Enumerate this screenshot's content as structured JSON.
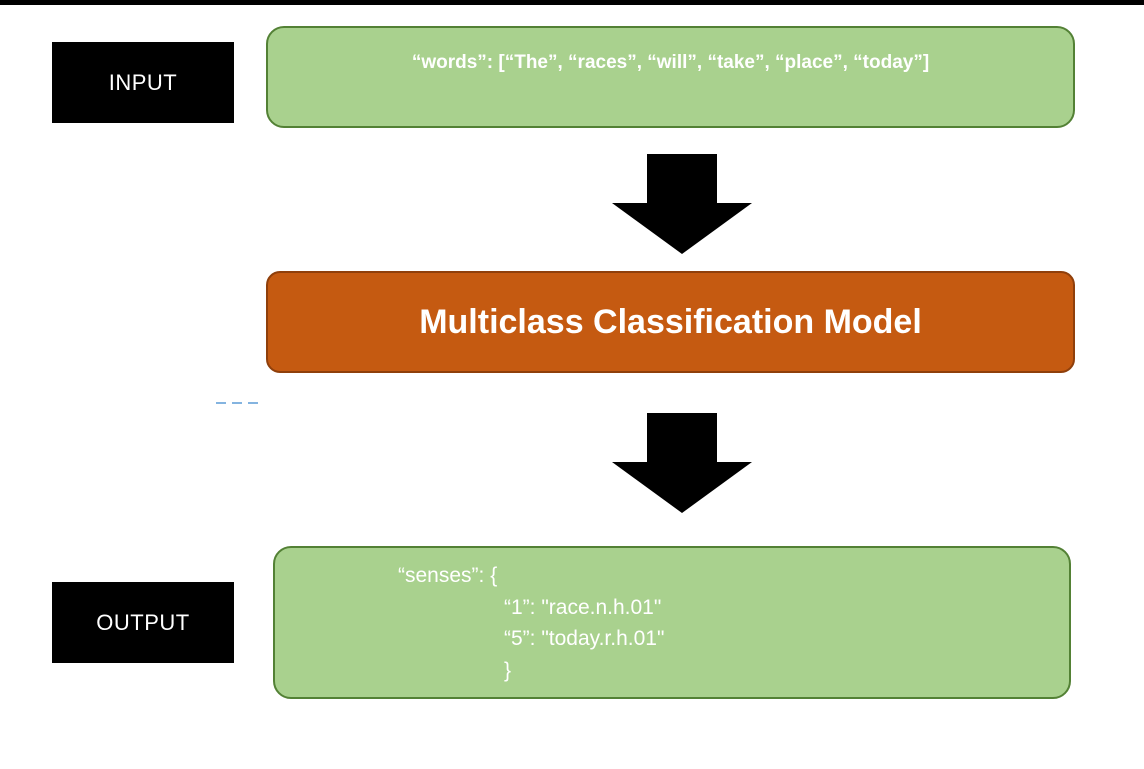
{
  "input": {
    "label": "INPUT",
    "content": "“words”: [“The”, “races”, “will”, “take”, “place”, “today”]"
  },
  "model": {
    "label": "Multiclass Classification Model"
  },
  "output": {
    "label": "OUTPUT",
    "lines": [
      "“senses”: {",
      "“1”: \"race.n.h.01\"",
      "“5”: \"today.r.h.01\"",
      "}"
    ]
  },
  "colors": {
    "io_box_fill": "#a9d18e",
    "io_box_border": "#538135",
    "model_fill": "#c55a11",
    "label_fill": "#000000",
    "arrow": "#000000",
    "dash_mark": "#5b9bd5"
  },
  "icons": {
    "flow_arrow": "down-arrow-icon"
  }
}
